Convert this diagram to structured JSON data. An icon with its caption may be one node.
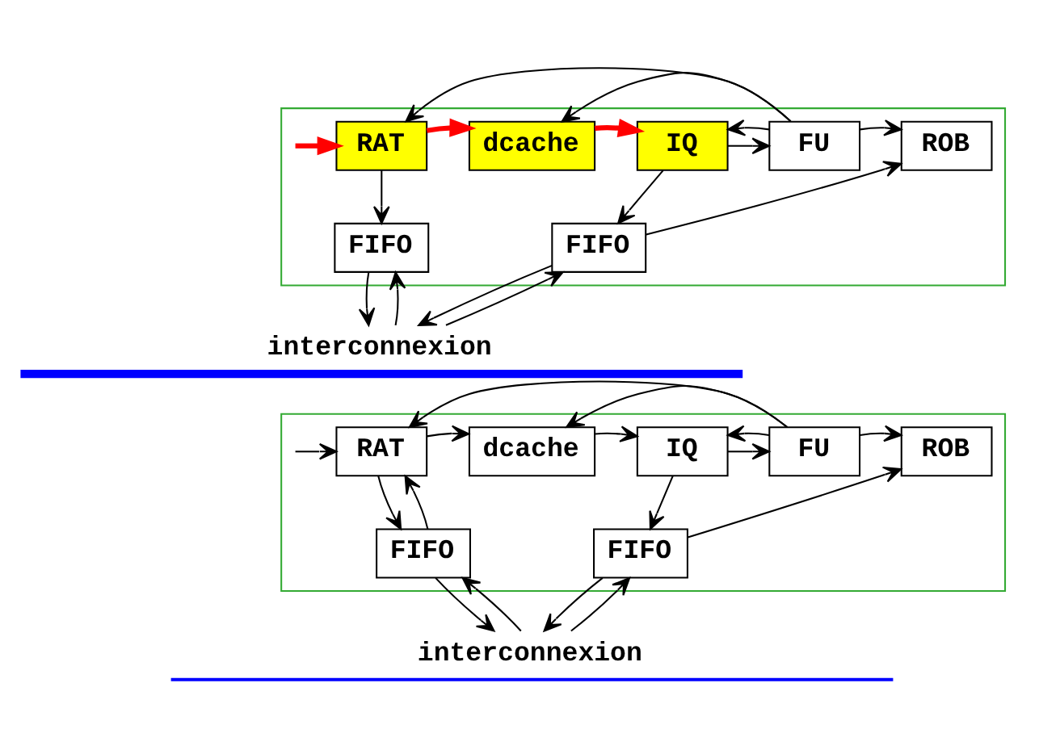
{
  "diagram": {
    "nodes": [
      {
        "text": [],
        "shape": "box"
      },
      {
        "text": [
          "RAT"
        ],
        "in": 0
      },
      {
        "text": [
          "dcache"
        ],
        "in": 0
      },
      {
        "text": [
          "IQ"
        ],
        "in": 0
      },
      {
        "text": [
          "FU"
        ],
        "in": 0
      },
      {
        "text": [
          "ROB"
        ],
        "in": 0
      },
      {
        "text": [
          "FIFO"
        ],
        "in": 0
      },
      {
        "text": [
          "FIFO"
        ],
        "in": 0
      },
      {
        "text": [
          "interconnexion"
        ]
      },
      {
        "text": [],
        "shape": "box"
      },
      {
        "text": [
          "RAT"
        ],
        "in": 9
      },
      {
        "text": [
          "dcache"
        ],
        "in": 9
      },
      {
        "text": [
          "IQ"
        ],
        "in": 9
      },
      {
        "text": [
          "FU"
        ],
        "in": 9
      },
      {
        "text": [
          "ROB"
        ],
        "in": 9
      },
      {
        "text": [
          "FIFO"
        ],
        "in": 9
      },
      {
        "text": [
          "FIFO"
        ],
        "in": 9
      },
      {
        "text": [
          "interconnexion"
        ]
      }
    ],
    "edges": [
      {
        "from": null,
        "to": 1,
        "arrow": "to",
        "style": "thick",
        "color": "#ff0000"
      },
      {
        "from": 1,
        "to": 2,
        "arrow": "to",
        "style": "thick",
        "color": "#ff0000"
      },
      {
        "from": 2,
        "to": 3,
        "arrow": "to",
        "style": "thick",
        "color": "#ff0000"
      },
      {
        "from": 3,
        "to": 4,
        "arrow": "to"
      },
      {
        "from": 3,
        "to": 7,
        "arrow": "to"
      },
      {
        "from": 4,
        "to": 5,
        "arrow": "to"
      },
      {
        "from": 7,
        "to": 5,
        "arrow": "to"
      },
      {
        "from": 4,
        "to": 1,
        "arrow": "to"
      },
      {
        "from": 4,
        "to": 2,
        "arrow": "to"
      },
      {
        "from": 4,
        "to": 3,
        "arrow": "to"
      },
      {
        "from": 1,
        "to": 6,
        "arrow": "to"
      },
      {
        "from": 6,
        "to": 8,
        "arrow": "to"
      },
      {
        "from": 8,
        "to": 6,
        "arrow": "to"
      },
      {
        "from": 7,
        "to": 8,
        "arrow": "to"
      },
      {
        "from": 8,
        "to": 7,
        "arrow": "to"
      },
      {
        "from": null,
        "to": 10,
        "arrow": "to"
      },
      {
        "from": 10,
        "to": 11,
        "arrow": "to"
      },
      {
        "from": 11,
        "to": 12,
        "arrow": "to"
      },
      {
        "from": 12,
        "to": 13,
        "arrow": "to"
      },
      {
        "from": 12,
        "to": 16,
        "arrow": "to"
      },
      {
        "from": 13,
        "to": 14,
        "arrow": "to"
      },
      {
        "from": 16,
        "to": 14,
        "arrow": "to"
      },
      {
        "from": 13,
        "to": 10,
        "arrow": "to"
      },
      {
        "from": 13,
        "to": 11,
        "arrow": "to"
      },
      {
        "from": 13,
        "to": 12,
        "arrow": "to"
      },
      {
        "from": 10,
        "to": 15,
        "arrow": "to"
      },
      {
        "from": 15,
        "to": 10,
        "arrow": "to"
      },
      {
        "from": 15,
        "to": 17,
        "arrow": "to"
      },
      {
        "from": 17,
        "to": 15,
        "arrow": "to"
      },
      {
        "from": 16,
        "to": 17,
        "arrow": "to"
      },
      {
        "from": 17,
        "to": 16,
        "arrow": "to"
      }
    ]
  }
}
